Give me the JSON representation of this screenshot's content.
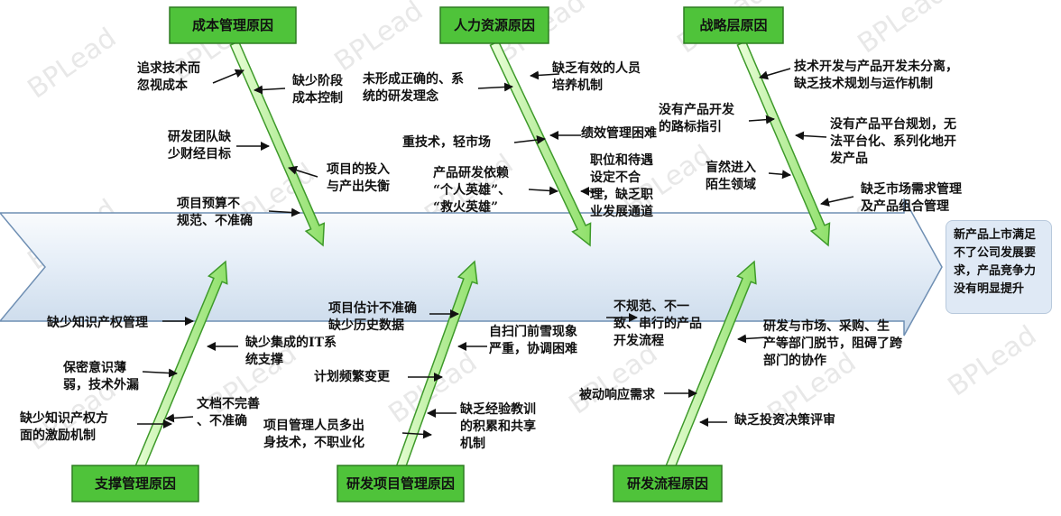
{
  "result": "新产品上市满足\n不了公司发展要\n求，产品竞争力\n没有明显提升",
  "watermark": "BPLead",
  "categories": {
    "cost": "成本管理原因",
    "hr": "人力资源原因",
    "strategy": "战略层原因",
    "support": "支撑管理原因",
    "project": "研发项目管理原因",
    "process": "研发流程原因"
  },
  "causes": {
    "cost": [
      "追求技术而\n忽视成本",
      "缺少阶段\n成本控制",
      "研发团队缺\n少财经目标",
      "项目的投入\n与产出失衡",
      "项目预算不\n规范、不准确"
    ],
    "hr": [
      "未形成正确的、系\n统的研发理念",
      "缺乏有效的人员\n培养机制",
      "重技术，轻市场",
      "绩效管理困难",
      "产品研发依赖\n“个人英雄”、\n“救火英雄”",
      "职位和待遇\n设定不合\n理，缺乏职\n业发展通道"
    ],
    "strategy": [
      "技术开发与产品开发未分离，\n缺乏技术规划与运作机制",
      "没有产品开发\n的路标指引",
      "没有产品平台规划，无\n法平台化、系列化地开\n发产品",
      "盲然进入\n陌生领域",
      "缺乏市场需求管理\n及产品组合管理"
    ],
    "support": [
      "缺少知识产权管理",
      "缺少集成的IT系\n统支撑",
      "保密意识薄\n弱，技术外漏",
      "文档不完善\n、不准确",
      "缺少知识产权方\n面的激励机制"
    ],
    "project": [
      "项目估计不准确\n缺少历史数据",
      "自扫门前雪现象\n严重，协调困难",
      "计划频繁变更",
      "缺乏经验教训\n的积累和共享\n机制",
      "项目管理人员多出\n身技术，不职业化"
    ],
    "process": [
      "不规范、不一\n致、串行的产品\n开发流程",
      "研发与市场、采购、生\n产等部门脱节，阻碍了跨\n部门的协作",
      "被动响应需求",
      "缺乏投资决策评审"
    ]
  }
}
